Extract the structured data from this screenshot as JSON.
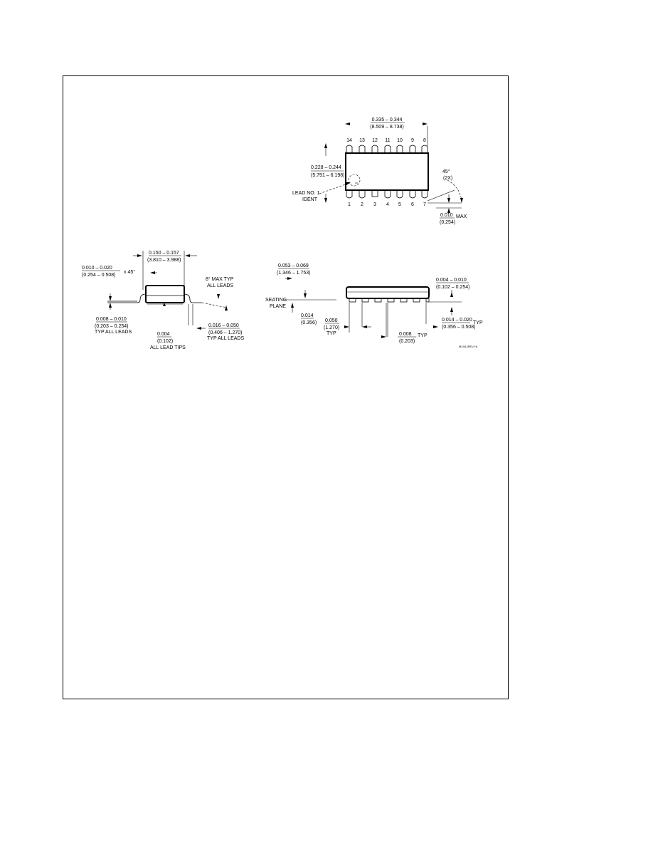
{
  "top_view": {
    "overall_length": "0.335 – 0.344",
    "overall_length_mm": "(8.509 – 8.738)",
    "top_pins": [
      "14",
      "13",
      "12",
      "11",
      "10",
      "9",
      "8"
    ],
    "bottom_pins": [
      "1",
      "2",
      "3",
      "4",
      "5",
      "6",
      "7"
    ],
    "width": "0.228 – 0.244",
    "width_mm": "(5.791 – 6.198)",
    "lead_ident_1": "LEAD NO. 1",
    "lead_ident_2": "IDENT",
    "chamfer_angle": "45°",
    "chamfer_angle_2": "(2X)",
    "max_offset": "0.010",
    "max_offset_suffix": "MAX",
    "max_offset_mm": "(0.254)"
  },
  "side_view": {
    "body_width": "0.150 – 0.157",
    "body_width_mm": "(3.810 – 3.988)",
    "bevel": "0.010 – 0.020",
    "bevel_mm": "(0.254 – 0.508)",
    "bevel_angle": "x 45°",
    "lead_angle": "8° MAX TYP",
    "lead_angle_2": "ALL LEADS",
    "lead_thickness": "0.008 – 0.010",
    "lead_thickness_mm": "(0.203 – 0.254)",
    "lead_thickness_note": "TYP ALL LEADS",
    "coplanarity": "0.004",
    "coplanarity_mm": "(0.102)",
    "coplanarity_note": "ALL LEAD TIPS",
    "foot_length": "0.016 – 0.050",
    "foot_length_mm": "(0.406 – 1.270)",
    "foot_length_note": "TYP ALL LEADS"
  },
  "end_view": {
    "height": "0.053 – 0.069",
    "height_mm": "(1.346 – 1.753)",
    "seating_plane_1": "SEATING",
    "seating_plane_2": "PLANE",
    "standoff": "0.004 – 0.010",
    "standoff_mm": "(0.102 – 0.254)",
    "lead_width": "0.014",
    "lead_width_mm": "(0.356)",
    "pitch": "0.050",
    "pitch_mm": "(1.270)",
    "pitch_typ": "TYP",
    "lead_width_range": "0.014 – 0.020",
    "lead_width_range_typ": "TYP",
    "lead_width_range_mm": "(0.356 – 0.508)",
    "spacing": "0.008",
    "spacing_typ": "TYP",
    "spacing_mm": "(0.203)",
    "drawing_number": "M14A (REV H)"
  }
}
